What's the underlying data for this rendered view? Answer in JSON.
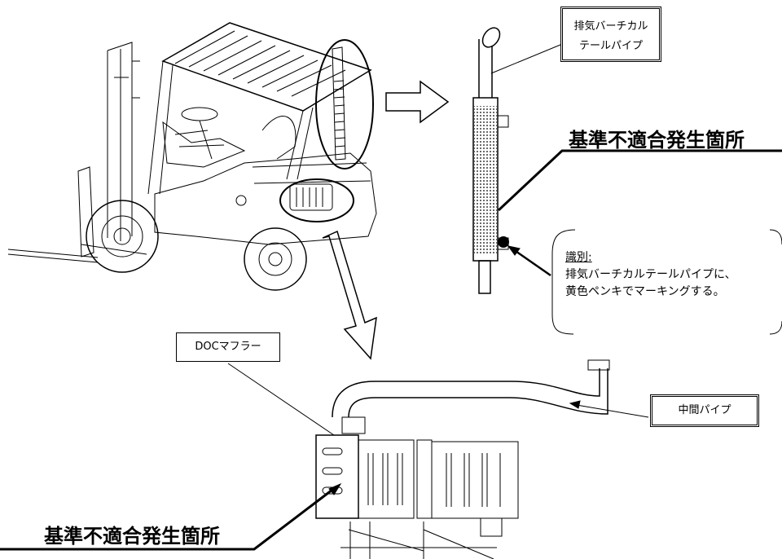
{
  "labels": {
    "tail_pipe_line1": "排気バーチカル",
    "tail_pipe_line2": "テールパイプ",
    "doc_muffler": "DOCマフラー",
    "middle_pipe": "中間パイプ",
    "nonconformance_top": "基準不適合発生箇所",
    "nonconformance_bottom": "基準不適合発生箇所"
  },
  "identification": {
    "heading": "識別:",
    "line1": "排気バーチカルテールパイプに、",
    "line2": "黄色ペンキでマーキングする。"
  },
  "colors": {
    "line": "#000000",
    "marking_dot": "#000000"
  }
}
